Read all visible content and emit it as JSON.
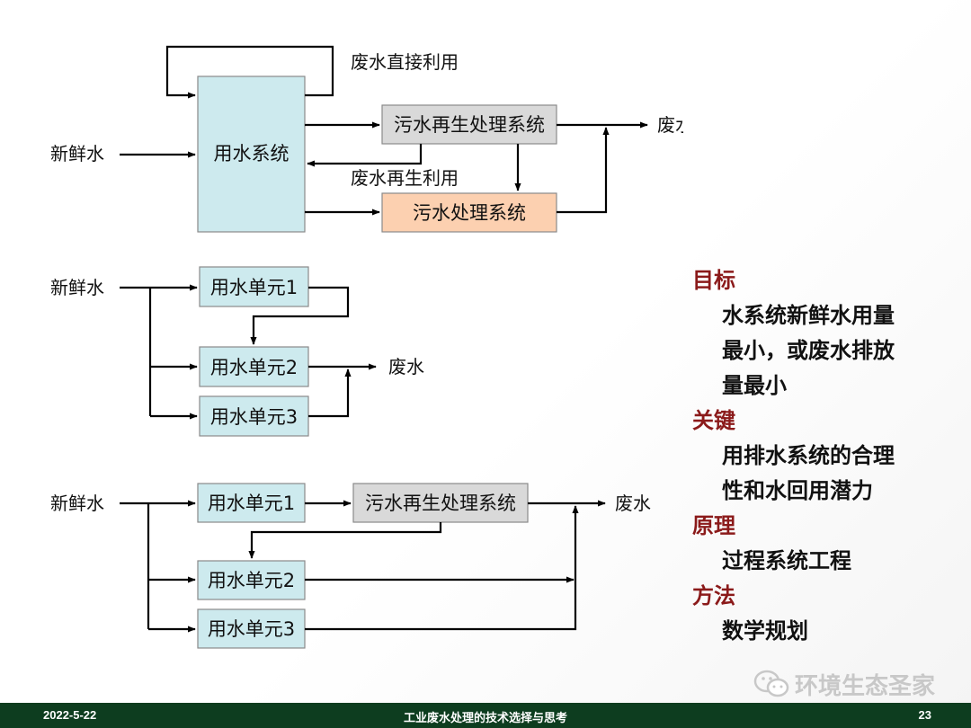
{
  "diagram1": {
    "feed": "新鲜水",
    "main_unit": "用水系统",
    "regen_unit": "污水再生处理系统",
    "treat_unit": "污水处理系统",
    "direct_reuse": "废水直接利用",
    "regen_reuse": "废水再生利用",
    "discharge": "废水排放"
  },
  "diagram2": {
    "feed": "新鲜水",
    "unit1": "用水单元1",
    "unit2": "用水单元2",
    "unit3": "用水单元3",
    "waste": "废水"
  },
  "diagram3": {
    "feed": "新鲜水",
    "unit1": "用水单元1",
    "regen_unit": "污水再生处理系统",
    "unit2": "用水单元2",
    "unit3": "用水单元3",
    "waste": "废水"
  },
  "notes": [
    {
      "heading": "目标",
      "lines": [
        "水系统新鲜水用量",
        "最小，或废水排放",
        "量最小"
      ]
    },
    {
      "heading": "关键",
      "lines": [
        "用排水系统的合理",
        "性和水回用潜力"
      ]
    },
    {
      "heading": "原理",
      "lines": [
        "过程系统工程"
      ]
    },
    {
      "heading": "方法",
      "lines": [
        "数学规划"
      ]
    }
  ],
  "watermark": "环境生态圣家",
  "footer": {
    "date": "2022-5-22",
    "title": "工业废水处理的技术选择与思考",
    "page": "23"
  },
  "colors": {
    "unit_fill": "#cdeaee",
    "regen_fill": "#d9d9d9",
    "treat_fill": "#fcd0b0",
    "heading": "#8b1a1a",
    "footer_bg": "#0d3d1f"
  }
}
